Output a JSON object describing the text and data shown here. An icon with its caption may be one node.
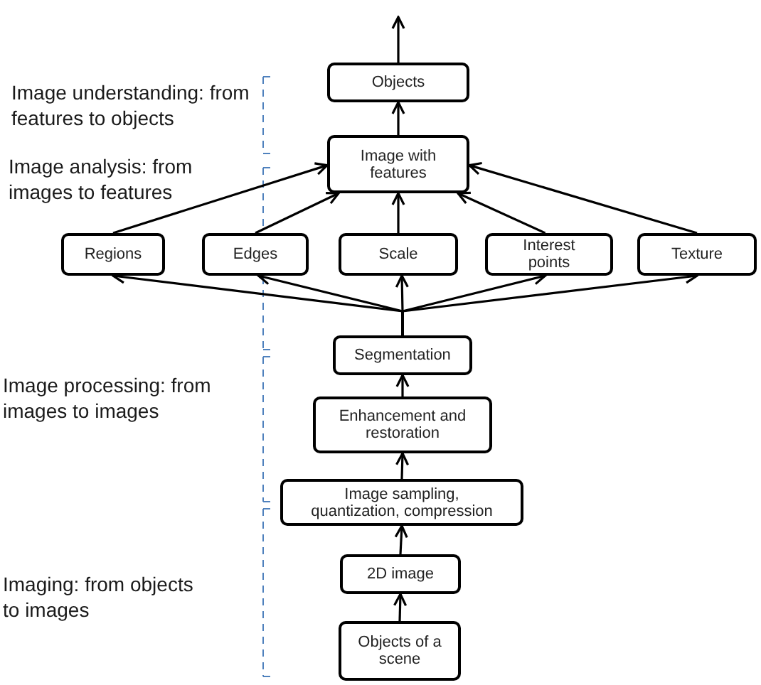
{
  "diagram": {
    "nodes": [
      {
        "text": [
          "Objects"
        ]
      },
      {
        "text": [
          "Image with features"
        ]
      },
      {
        "text": [
          "Regions"
        ]
      },
      {
        "text": [
          "Edges"
        ]
      },
      {
        "text": [
          "Scale"
        ]
      },
      {
        "text": [
          "Interest points"
        ]
      },
      {
        "text": [
          "Texture"
        ]
      },
      {
        "text": [
          "Segmentation"
        ]
      },
      {
        "text": [
          "Enhancement and restoration"
        ]
      },
      {
        "text": [
          "Image sampling, quantization, compression"
        ]
      },
      {
        "text": [
          "2D image"
        ]
      },
      {
        "text": [
          "Objects of a scene"
        ]
      }
    ],
    "edges": [
      {
        "from": 0,
        "to": null,
        "arrow": "to"
      },
      {
        "from": 1,
        "to": 0,
        "arrow": "to"
      },
      {
        "from": 2,
        "to": 1,
        "arrow": "to"
      },
      {
        "from": 3,
        "to": 1,
        "arrow": "to"
      },
      {
        "from": 4,
        "to": 1,
        "arrow": "to"
      },
      {
        "from": 5,
        "to": 1,
        "arrow": "to"
      },
      {
        "from": 6,
        "to": 1,
        "arrow": "to"
      },
      {
        "from": 7,
        "to": 2,
        "arrow": "to"
      },
      {
        "from": 7,
        "to": 3,
        "arrow": "to"
      },
      {
        "from": 7,
        "to": 4,
        "arrow": "to"
      },
      {
        "from": 7,
        "to": 5,
        "arrow": "to"
      },
      {
        "from": 7,
        "to": 6,
        "arrow": "to"
      },
      {
        "from": 8,
        "to": 7,
        "arrow": "to"
      },
      {
        "from": 9,
        "to": 8,
        "arrow": "to"
      },
      {
        "from": 10,
        "to": 9,
        "arrow": "to"
      },
      {
        "from": 11,
        "to": 10,
        "arrow": "to"
      }
    ],
    "labels": [
      "Image understanding: from features to objects",
      "Image analysis: from images to features",
      "Image processing: from images to images",
      "Imaging: from objects to images"
    ]
  }
}
